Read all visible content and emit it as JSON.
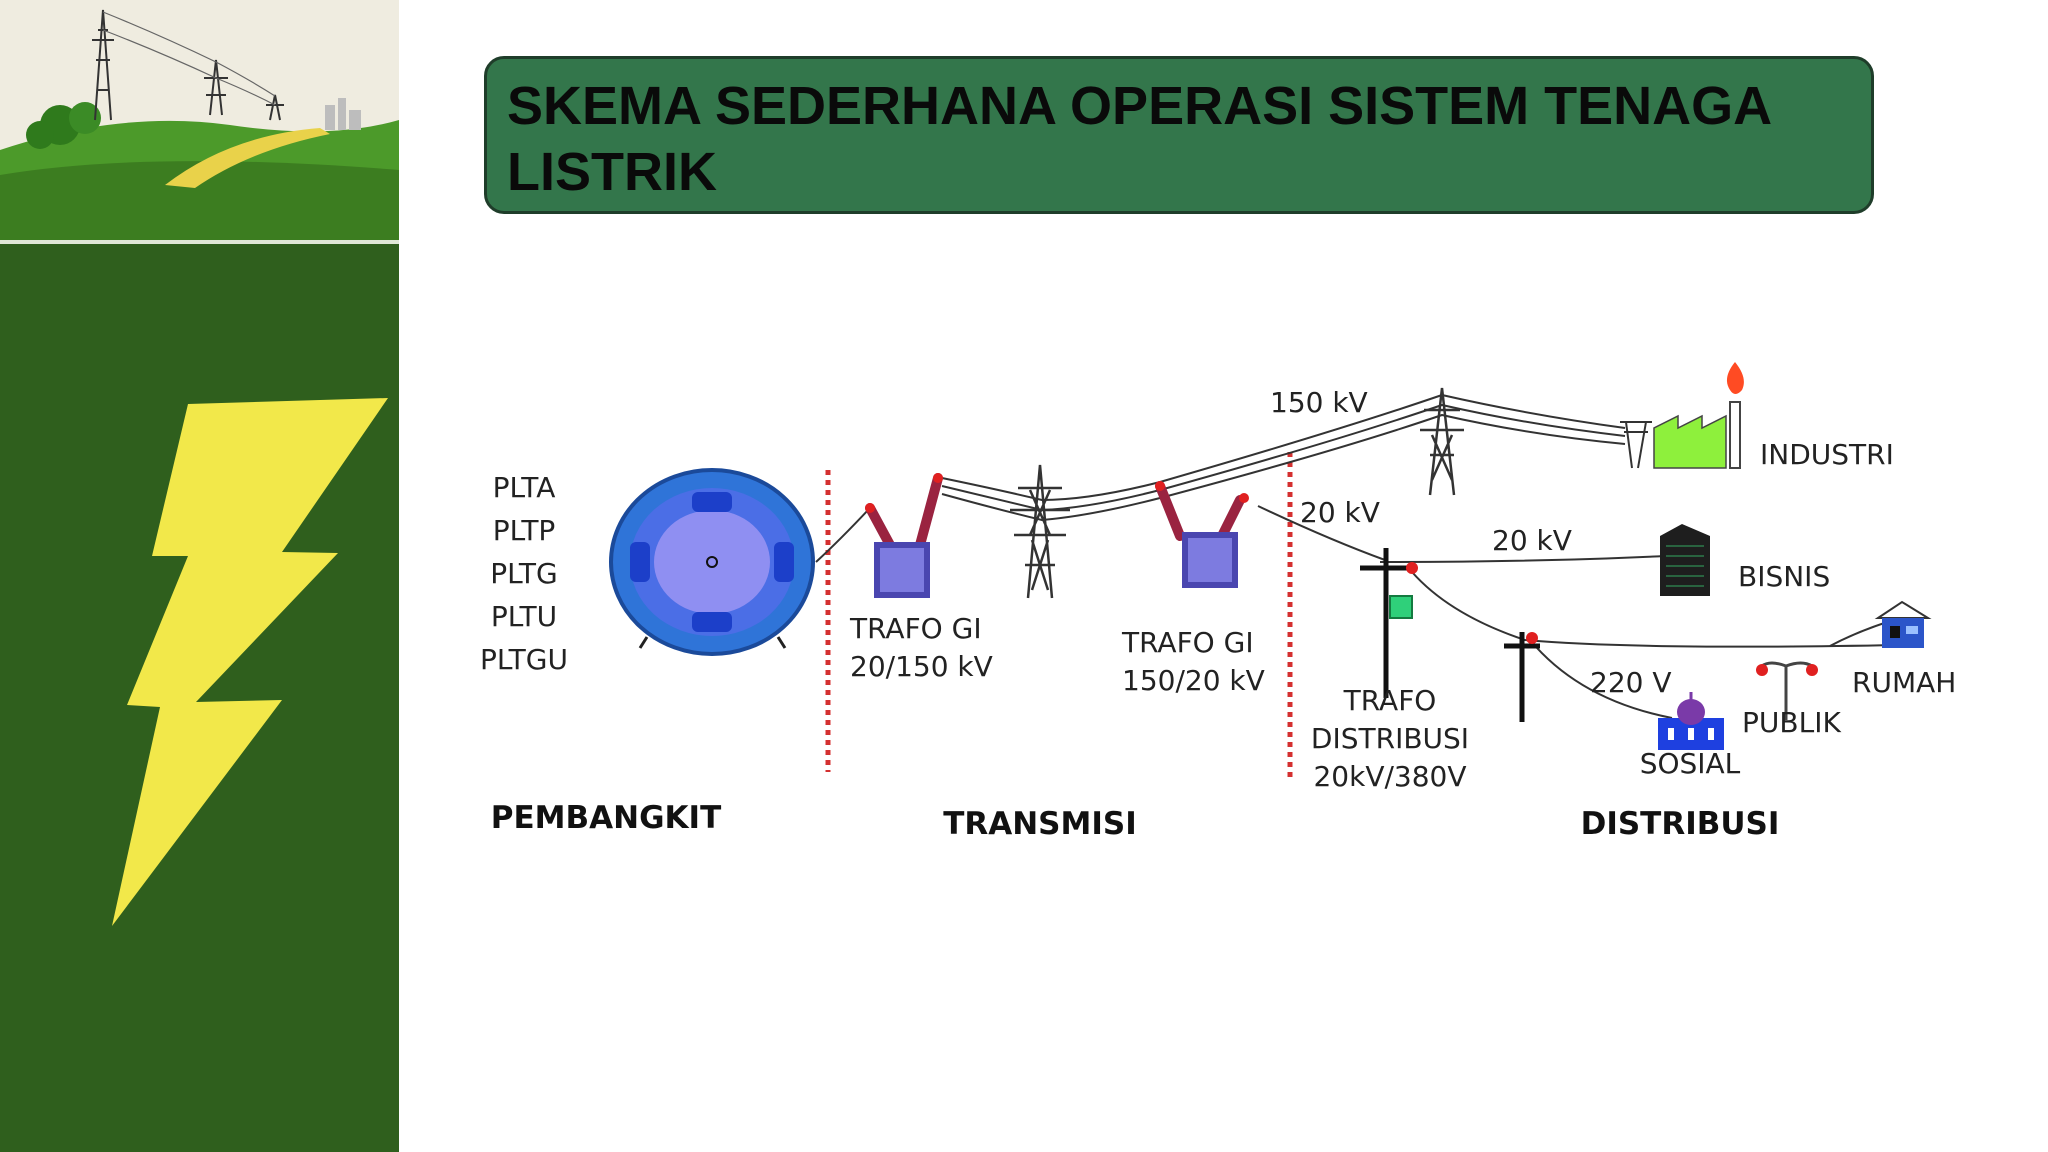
{
  "title": "SKEMA SEDERHANA OPERASI SISTEM TENAGA LISTRIK",
  "generator_types": [
    "PLTA",
    "PLTP",
    "PLTG",
    "PLTU",
    "PLTGU"
  ],
  "sections": {
    "generation": "PEMBANGKIT",
    "transmission": "TRANSMISI",
    "distribution": "DISTRIBUSI"
  },
  "labels": {
    "trafo_gi_step_up": [
      "TRAFO GI",
      "20/150 kV"
    ],
    "trafo_gi_step_down": [
      "TRAFO GI",
      "150/20 kV"
    ],
    "trafo_distribusi": [
      "TRAFO",
      "DISTRIBUSI",
      "20kV/380V"
    ],
    "voltage_150": "150 kV",
    "voltage_20_a": "20 kV",
    "voltage_20_b": "20 kV",
    "voltage_220": "220 V"
  },
  "consumers": {
    "industri": "INDUSTRI",
    "bisnis": "BISNIS",
    "rumah": "RUMAH",
    "publik": "PUBLIK",
    "sosial": "SOSIAL"
  },
  "colors": {
    "title_bg": "#33764b",
    "sidebar_green": "#2f5f1d",
    "bolt": "#f2e84a",
    "separator": "#d43030"
  }
}
